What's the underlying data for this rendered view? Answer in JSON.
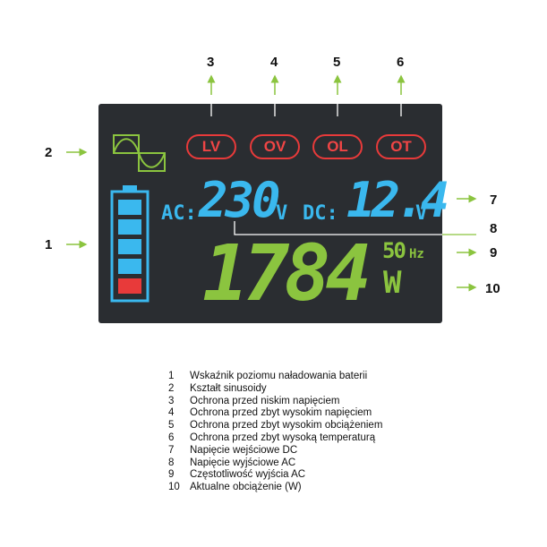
{
  "callouts": {
    "c1": "1",
    "c2": "2",
    "c3": "3",
    "c4": "4",
    "c5": "5",
    "c6": "6",
    "c7": "7",
    "c8": "8",
    "c9": "9",
    "c10": "10"
  },
  "indicators": {
    "lv": "LV",
    "ov": "OV",
    "ol": "OL",
    "ot": "OT"
  },
  "display": {
    "ac_label": "AC:",
    "ac_value": "230",
    "ac_unit": "V",
    "dc_label": "DC:",
    "dc_value": "12.4",
    "dc_unit": "V",
    "load_value": "1784",
    "load_unit": "W",
    "freq_value": "50",
    "freq_unit": "Hz"
  },
  "battery": {
    "filled_bars": 4,
    "total_bars": 5
  },
  "colors": {
    "blue": "#3ab8ee",
    "green": "#8bc43f",
    "red": "#e83a3a",
    "lcd_bg": "#2a2d31"
  },
  "legend": [
    {
      "num": "1",
      "text": "Wskaźnik poziomu naładowania baterii"
    },
    {
      "num": "2",
      "text": "Kształt sinusoidy"
    },
    {
      "num": "3",
      "text": "Ochrona przed niskim napięciem"
    },
    {
      "num": "4",
      "text": "Ochrona przed zbyt wysokim napięciem"
    },
    {
      "num": "5",
      "text": "Ochrona przed zbyt wysokim obciążeniem"
    },
    {
      "num": "6",
      "text": "Ochrona przed zbyt wysoką temperaturą"
    },
    {
      "num": "7",
      "text": "Napięcie wejściowe DC"
    },
    {
      "num": "8",
      "text": "Napięcie wyjściowe AC"
    },
    {
      "num": "9",
      "text": "Częstotliwość wyjścia AC"
    },
    {
      "num": "10",
      "text": "Aktualne obciążenie (W)"
    }
  ]
}
